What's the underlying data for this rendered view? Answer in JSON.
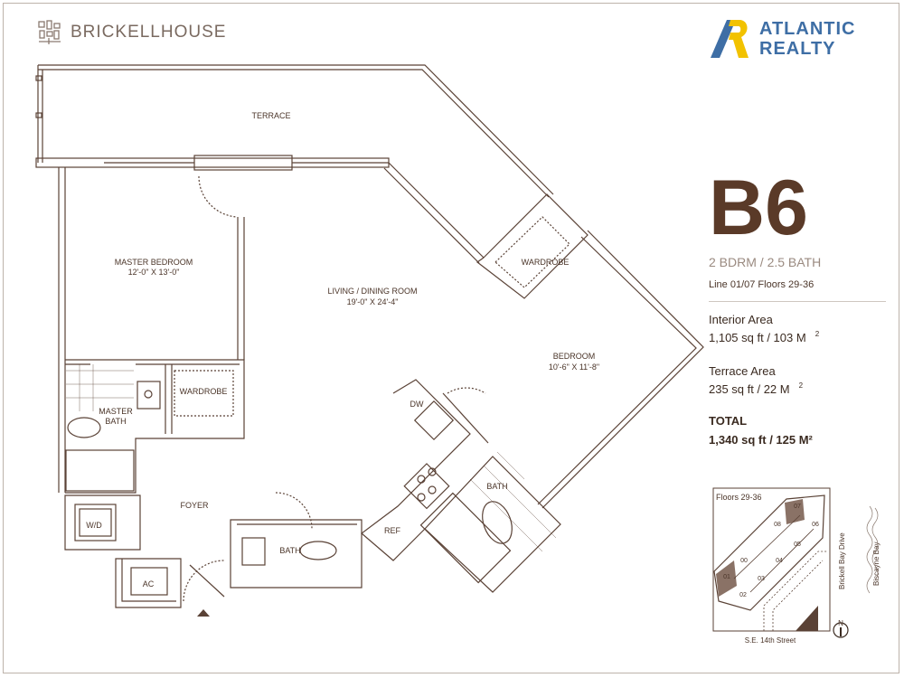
{
  "brand": {
    "name": "BRICKELLHOUSE"
  },
  "realty": {
    "line1": "ATLANTIC",
    "line2": "REALTY",
    "colors": {
      "blue": "#3e6ea5",
      "yellow": "#f2c200"
    }
  },
  "unit": {
    "code": "B6",
    "beds_baths": "2 BDRM  / 2.5 BATH",
    "line_floors": "Line 01/07  Floors 29-36",
    "interior_label": "Interior Area",
    "interior_value": "1,105 sq ft / 103 M",
    "terrace_label": "Terrace Area",
    "terrace_value": "235 sq ft / 22 M",
    "sup": "2",
    "total_label": "TOTAL",
    "total_value": "1,340 sq ft / 125 M²"
  },
  "floorplan": {
    "terrace": "TERRACE",
    "master_bedroom": "MASTER BEDROOM",
    "master_bedroom_dim": "12'-0\" X 13'-0\"",
    "living": "LIVING / DINING ROOM",
    "living_dim": "19'-0\" X 24'-4\"",
    "wardrobe_1": "WARDROBE",
    "wardrobe_2": "WARDROBE",
    "master_bath_1": "MASTER",
    "master_bath_2": "BATH",
    "bedroom": "BEDROOM",
    "bedroom_dim": "10'-6\" X 11'-8\"",
    "dw": "DW",
    "bath_1": "BATH",
    "bath_2": "BATH",
    "foyer": "FOYER",
    "wd": "W/D",
    "ac": "AC",
    "ref": "REF"
  },
  "keyplan": {
    "title": "Floors 29-36",
    "units": [
      "01",
      "00",
      "02",
      "03",
      "04",
      "05",
      "06",
      "07",
      "08"
    ],
    "street_bottom": "S.E. 14th Street",
    "street_right": "Brickell Bay Drive",
    "bay": "Biscayne Bay",
    "north": "N",
    "highlight_color": "#8a7266"
  }
}
